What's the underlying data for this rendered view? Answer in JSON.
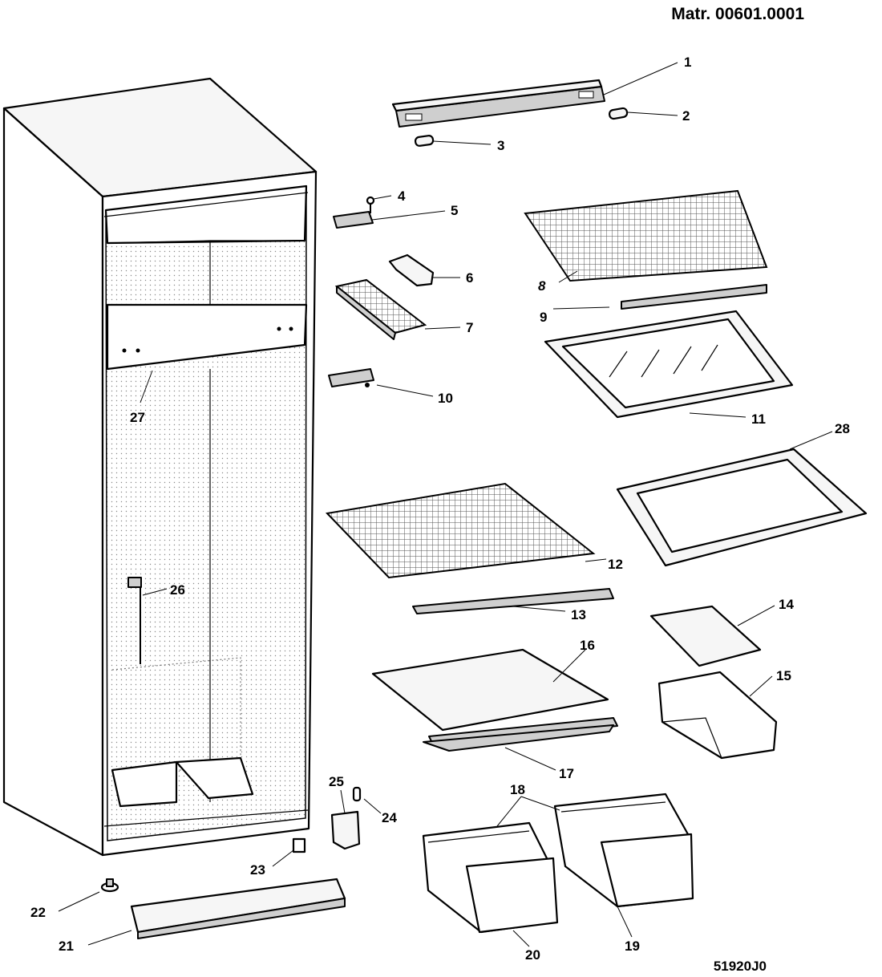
{
  "header": {
    "material_code": "Matr. 00601.0001"
  },
  "footer": {
    "drawing_code": "51920J0"
  },
  "callouts": {
    "c1": "1",
    "c2": "2",
    "c3": "3",
    "c4": "4",
    "c5": "5",
    "c6": "6",
    "c7": "7",
    "c8": "8",
    "c9": "9",
    "c10": "10",
    "c11": "11",
    "c12": "12",
    "c13": "13",
    "c14": "14",
    "c15": "15",
    "c16": "16",
    "c17": "17",
    "c18": "18",
    "c19": "19",
    "c20": "20",
    "c21": "21",
    "c22": "22",
    "c23": "23",
    "c24": "24",
    "c25": "25",
    "c26": "26",
    "c27": "27",
    "c28": "28"
  }
}
